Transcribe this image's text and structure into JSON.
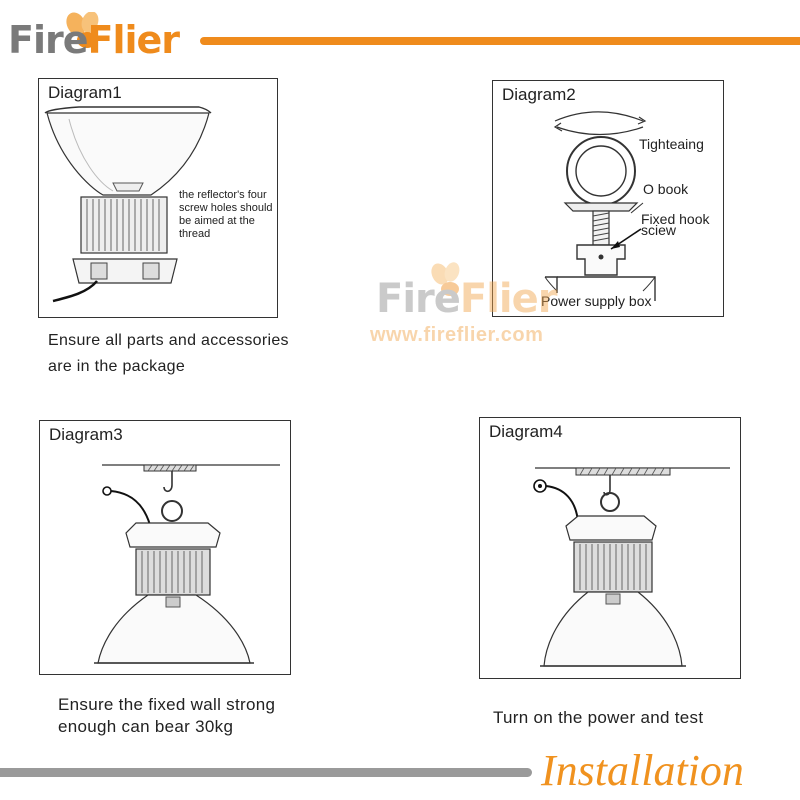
{
  "header": {
    "brand_fire": "Fire",
    "brand_flier": "Flier",
    "accent_color": "#ef8b1c"
  },
  "diagrams": [
    {
      "title": "Diagram1",
      "note": "the reflector's four screw holes should be aimed at the thread",
      "caption": "Ensure all parts and accessories\nare in the package"
    },
    {
      "title": "Diagram2",
      "labels": {
        "tightening": "Tighteaing",
        "o_hook": "O book",
        "fixed_hook": "Fixed hook sciew",
        "power_box": "Power supply box"
      }
    },
    {
      "title": "Diagram3",
      "caption": "Ensure the fixed wall strong\n enough can bear 30kg"
    },
    {
      "title": "Diagram4",
      "caption": "Turn on the power and test"
    }
  ],
  "watermark": {
    "brand_fire": "Fire",
    "brand_flier": "Flier",
    "url": "www.fireflier.com"
  },
  "footer": {
    "section_title": "Installation",
    "title_color": "#f0921f"
  }
}
